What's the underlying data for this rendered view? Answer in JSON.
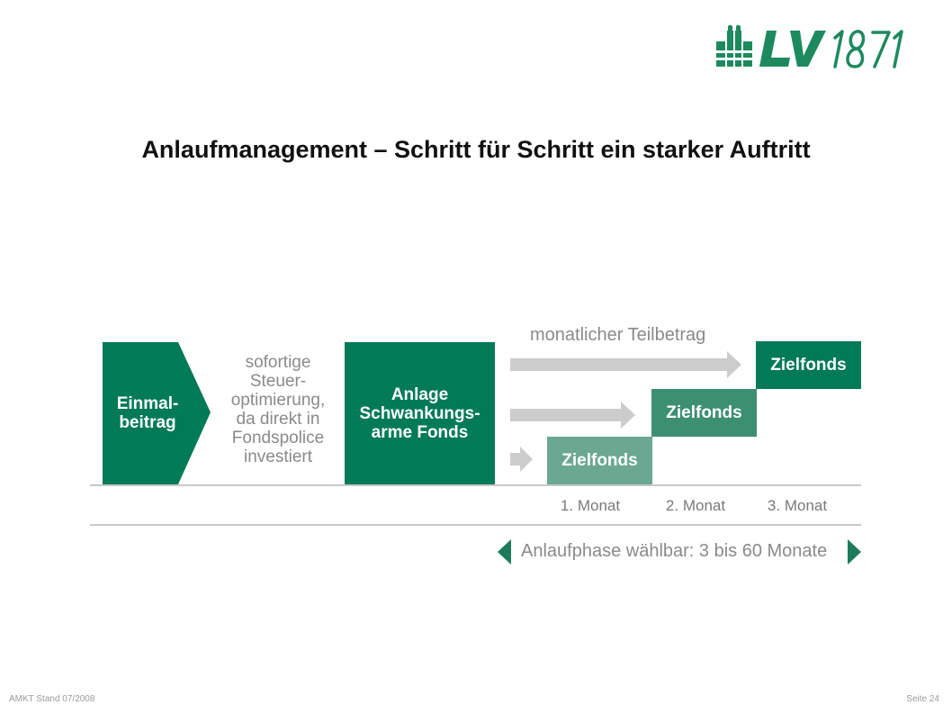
{
  "brand": {
    "name": "LV 1871",
    "color": "#1d8a5e"
  },
  "title": "Anlaufmanagement – Schritt für Schritt ein starker Auftritt",
  "diagram": {
    "einmal": "Einmal-\nbeitrag",
    "steuer_text": "sofortige\nSteuer-\noptimierung,\nda direkt in\nFondspolice\ninvestiert",
    "anlage": "Anlage\nSchwankungs-\narme Fonds",
    "teilbetrag_label": "monatlicher Teilbetrag",
    "ziel_label": "Zielfonds",
    "months": [
      "1. Monat",
      "2. Monat",
      "3. Monat"
    ],
    "anlaufphase": "Anlaufphase wählbar: 3 bis 60 Monate",
    "colors": {
      "dark_green": "#007a57",
      "mid_green": "#3d8f71",
      "light_green": "#6ba892",
      "arrow_grey": "#cccccc"
    }
  },
  "footer": {
    "left": "AMKT Stand 07/2008",
    "right": "Seite 24"
  }
}
